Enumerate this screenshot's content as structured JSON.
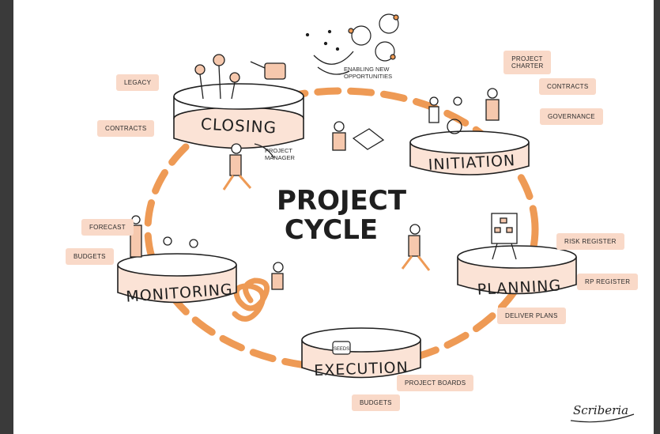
{
  "title": {
    "line1": "PROJECT",
    "line2": "CYCLE"
  },
  "stages": {
    "closing": "CLOSING",
    "initiation": "INITIATION",
    "planning": "PLANNING",
    "execution": "EXECUTION",
    "monitoring": "MONITORING"
  },
  "tags": {
    "legacy": "LEGACY",
    "contracts_left": "CONTRACTS",
    "project_charter": "PROJECT CHARTER",
    "contracts_right": "CONTRACTS",
    "governance": "GOVERNANCE",
    "risk_register": "RISK REGISTER",
    "rp_register": "RP REGISTER",
    "deliver_plans": "DELIVER PLANS",
    "project_boards": "PROJECT BOARDS",
    "budgets_bottom": "BUDGETS",
    "forecast": "FORECAST",
    "budgets_left": "BUDGETS"
  },
  "notes": {
    "enabling_new_opportunities": "ENABLING NEW OPPORTUNITIES",
    "project_manager": "PROJECT MANAGER",
    "seeds_label": "SEEDS"
  },
  "signature": "Scriberia",
  "colors": {
    "accent": "#ee9a55",
    "tag_fill": "#f9d9c8",
    "platform_fill": "#fbe3d6",
    "ink": "#1f1f1f"
  }
}
